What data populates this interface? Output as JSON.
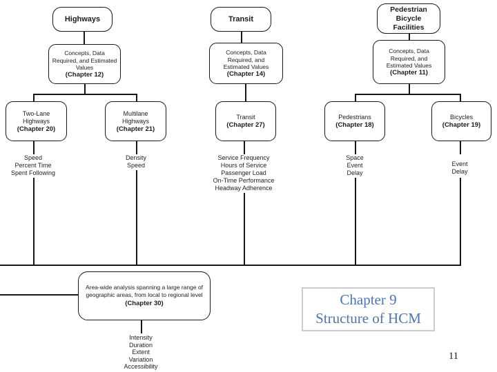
{
  "nodes": {
    "highways": {
      "lines": [
        "Highways"
      ]
    },
    "transit": {
      "lines": [
        "Transit"
      ]
    },
    "pedbike": {
      "lines": [
        "Pedestrian",
        "Bicycle",
        "Facilities"
      ]
    },
    "concepts12": {
      "lines": [
        "Concepts, Data",
        "Required, and Estimated",
        "Values"
      ],
      "chapter": "(Chapter 12)"
    },
    "concepts14": {
      "lines": [
        "Concepts, Data",
        "Required, and",
        "Estimated Values"
      ],
      "chapter": "(Chapter 14)"
    },
    "concepts11": {
      "lines": [
        "Concepts, Data",
        "Required, and",
        "Estimated Values"
      ],
      "chapter": "(Chapter 11)"
    },
    "twolane": {
      "lines": [
        "Two-Lane",
        "Highways"
      ],
      "chapter": "(Chapter 20)"
    },
    "multilane": {
      "lines": [
        "Multilane",
        "Highways"
      ],
      "chapter": "(Chapter 21)"
    },
    "transit27": {
      "lines": [
        "Transit"
      ],
      "chapter": "(Chapter 27)"
    },
    "pedestrians": {
      "lines": [
        "Pedestrians"
      ],
      "chapter": "(Chapter 18)"
    },
    "bicycles": {
      "lines": [
        "Bicycles"
      ],
      "chapter": "(Chapter 19)"
    },
    "areawide": {
      "lines": [
        "Area-wide analysis spanning a large range of",
        "geographic areas, from local to regional level"
      ],
      "chapter": "(Chapter 30)"
    }
  },
  "measures": {
    "twolane": [
      "Speed",
      "Percent Time",
      "Spent Following"
    ],
    "multilane": [
      "Density",
      "Speed"
    ],
    "transit": [
      "Service Frequency",
      "Hours of Service",
      "Passenger Load",
      "On-Time Performance",
      "Headway Adherence"
    ],
    "pedestrians": [
      "Space",
      "Event",
      "Delay"
    ],
    "bicycles": [
      "Event",
      "Delay"
    ],
    "areawide": [
      "Intensity",
      "Duration",
      "Extent",
      "Variation",
      "Accessibility"
    ]
  },
  "caption": {
    "line1": "Chapter 9",
    "line2": "Structure of HCM"
  },
  "page_number": "11",
  "colors": {
    "line": "#161616",
    "caption_text": "#4a74c4",
    "caption_border": "#cccccc",
    "page_number": "#15152e"
  }
}
